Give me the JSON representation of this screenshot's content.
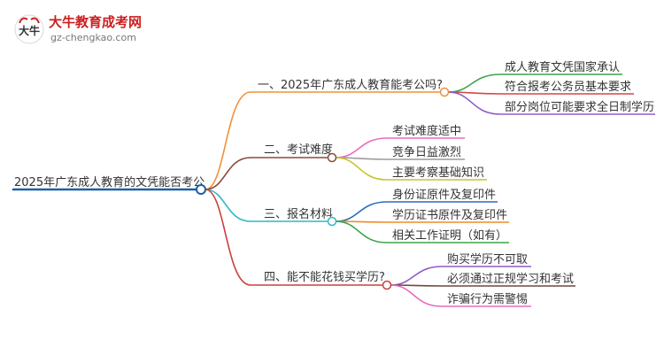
{
  "logo": {
    "title": "大牛教育成考网",
    "url": "gz-chengkao.com",
    "badge": "大牛"
  },
  "root": {
    "label": "2025年广东成人教育的文凭能否考公",
    "color": "#1f5fa8"
  },
  "branches": [
    {
      "label": "一、2025年广东成人教育能考公吗?",
      "color": "#f2903a",
      "children": [
        {
          "label": "成人教育文凭国家承认",
          "color": "#3aa64a"
        },
        {
          "label": "符合报考公务员基本要求",
          "color": "#d64545"
        },
        {
          "label": "部分岗位可能要求全日制学历",
          "color": "#8e5cc7"
        }
      ]
    },
    {
      "label": "二、考试难度",
      "color": "#8b4a3a",
      "children": [
        {
          "label": "考试难度适中",
          "color": "#e86bbd"
        },
        {
          "label": "竞争日益激烈",
          "color": "#9c9c9c"
        },
        {
          "label": "主要考察基础知识",
          "color": "#c7c42c"
        }
      ]
    },
    {
      "label": "三、报名材料",
      "color": "#2fb7c9",
      "children": [
        {
          "label": "身份证原件及复印件",
          "color": "#2a6db8"
        },
        {
          "label": "学历证书原件及复印件",
          "color": "#f08a2a"
        },
        {
          "label": "相关工作证明（如有）",
          "color": "#3aa64a"
        }
      ]
    },
    {
      "label": "四、能不能花钱买学历?",
      "color": "#c9403a",
      "children": [
        {
          "label": "购买学历不可取",
          "color": "#8e5cc7"
        },
        {
          "label": "必须通过正规学习和考试",
          "color": "#6b4a3a"
        },
        {
          "label": "诈骗行为需警惕",
          "color": "#e86bbd"
        }
      ]
    }
  ]
}
